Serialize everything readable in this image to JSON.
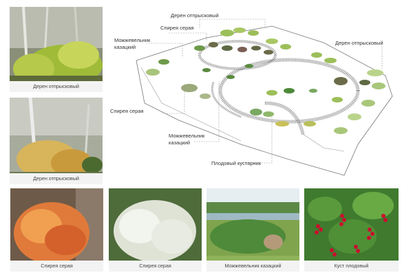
{
  "photos": [
    {
      "caption": "Дерен отпрысковый"
    },
    {
      "caption": "Дерен отпрысковый"
    },
    {
      "caption": "Спирея серая"
    },
    {
      "caption": "Спирея серая"
    },
    {
      "caption": "Можжевельник казацкий"
    },
    {
      "caption": "Куст плодовый"
    }
  ],
  "plan_labels": {
    "deren_top": "Дерен отпрысковый",
    "spirea_top": "Спирея серая",
    "juniper_top_line1": "Можжевельник",
    "juniper_top_line2": "казацкий",
    "deren_right": "Дерен отпрысковый",
    "spirea_left": "Спирея серая",
    "juniper_bottom_line1": "Можжевельник",
    "juniper_bottom_line2": "казацкий",
    "fruit_shrub": "Плодовый кустарник"
  },
  "colors": {
    "caption_bg": "#f3f3f3",
    "path_stripe": "#8c8c8c",
    "leader_line": "#9a9a9a"
  }
}
